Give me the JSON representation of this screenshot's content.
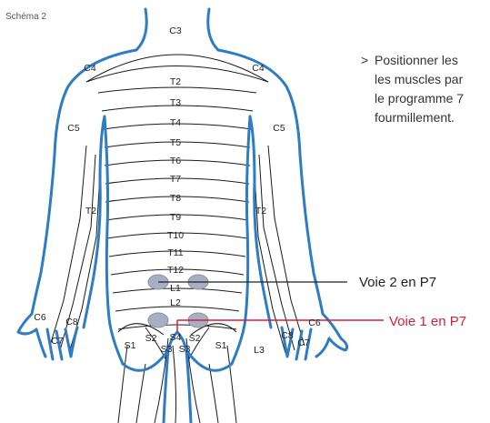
{
  "figure_label": "Schéma 2",
  "instructions": {
    "bullet": ">",
    "lines": [
      "Positionner les",
      "les muscles par",
      "le programme 7",
      "fourmillement."
    ]
  },
  "channels": [
    {
      "label": "Voie 2 en P7",
      "color": "#222222"
    },
    {
      "label": "Voie 1 en P7",
      "color": "#d2203a"
    }
  ],
  "colors": {
    "outline": "#2d7cc4",
    "dermatome": "#1a1a1a",
    "electrode": "#a9aec4"
  },
  "segments": {
    "C3": "C3",
    "C4": "C4",
    "C5": "C5",
    "C6": "C6",
    "C7": "C7",
    "C8": "C8",
    "T2": "T2",
    "T3": "T3",
    "T4": "T4",
    "T5": "T5",
    "T6": "T6",
    "T7": "T7",
    "T8": "T8",
    "T9": "T9",
    "T10": "T10",
    "T11": "T11",
    "T12": "T12",
    "L1": "L1",
    "L2": "L2",
    "L3": "L3",
    "S1": "S1",
    "S2": "S2",
    "S3": "S3",
    "S4": "S4"
  }
}
